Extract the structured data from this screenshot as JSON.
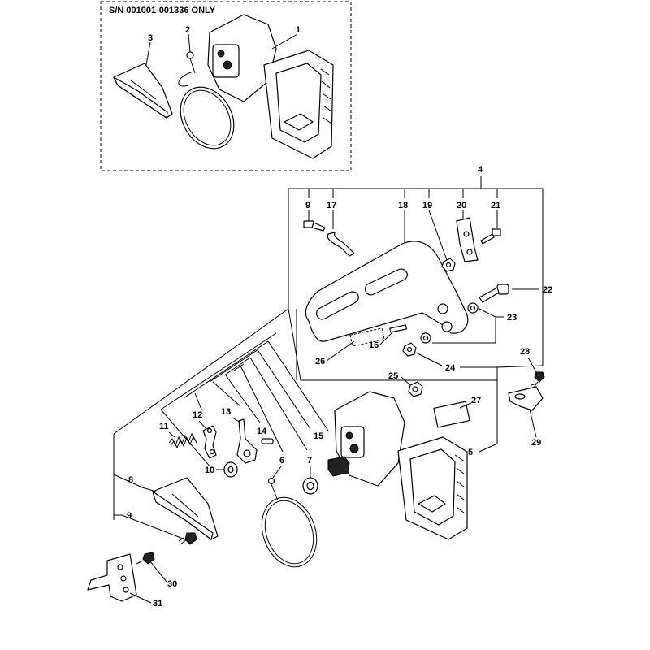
{
  "header": {
    "serial_note": "S/N 001001-001336 ONLY"
  },
  "callouts": {
    "inset_1": "1",
    "inset_2": "2",
    "inset_3": "3",
    "c4": "4",
    "c5": "5",
    "c6": "6",
    "c7": "7",
    "c8": "8",
    "c9_top": "9",
    "c9_bottom": "9",
    "c10": "10",
    "c11": "11",
    "c12": "12",
    "c13": "13",
    "c14": "14",
    "c15": "15",
    "c16": "16",
    "c17": "17",
    "c18": "18",
    "c19": "19",
    "c20": "20",
    "c21": "21",
    "c22": "22",
    "c23": "23",
    "c24": "24",
    "c25": "25",
    "c26": "26",
    "c27": "27",
    "c28": "28",
    "c29": "29",
    "c30": "30",
    "c31": "31"
  }
}
